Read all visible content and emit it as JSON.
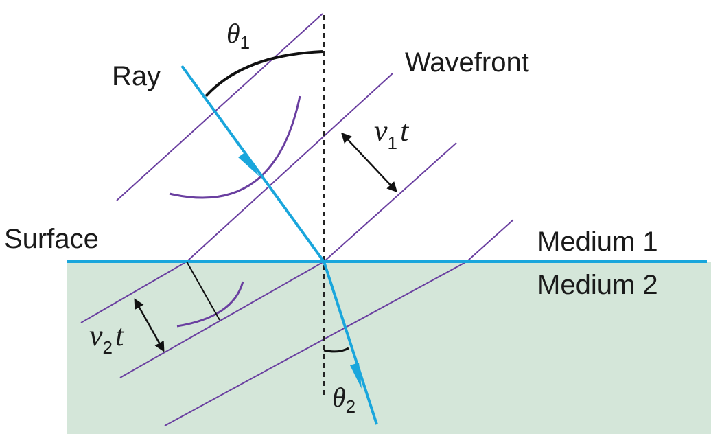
{
  "labels": {
    "ray": "Ray",
    "wavefront": "Wavefront",
    "surface": "Surface",
    "medium1": "Medium 1",
    "medium2": "Medium 2"
  },
  "symbols": {
    "theta1": {
      "base": "θ",
      "sub": "1"
    },
    "theta2": {
      "base": "θ",
      "sub": "2"
    },
    "v1t": {
      "v": "v",
      "sub": "1",
      "t": "t"
    },
    "v2t": {
      "v": "v",
      "sub": "2",
      "t": "t"
    }
  },
  "colors": {
    "medium2_fill": "#d4e6d9",
    "surface_line": "#1aa6dc",
    "ray": "#1aa6dc",
    "wavefront": "#6a3fa0",
    "arc": "#6a3fa0",
    "normal": "#222222",
    "arrows": "#111111"
  }
}
